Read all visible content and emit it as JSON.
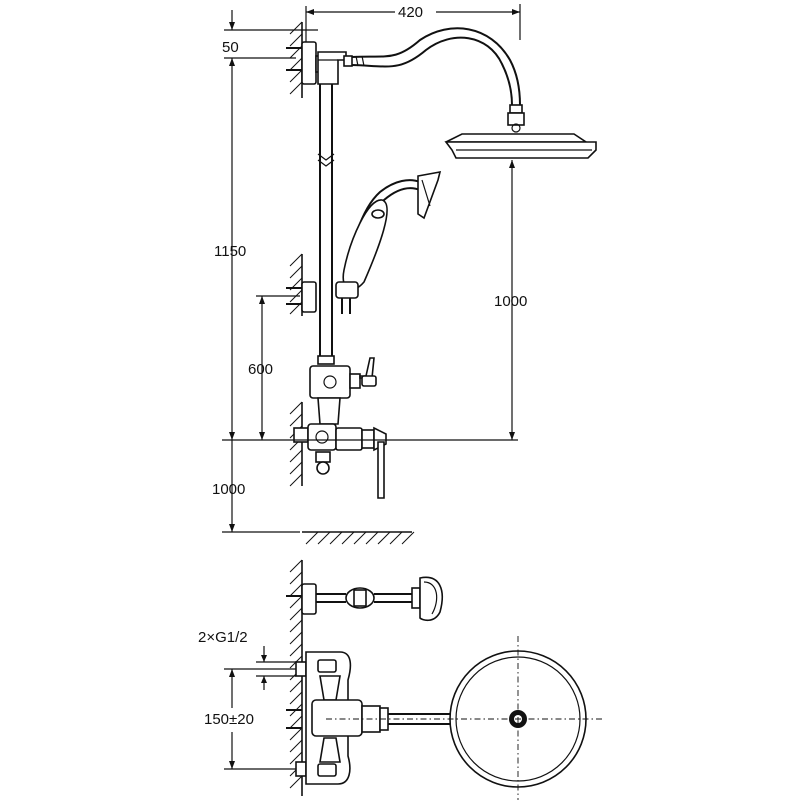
{
  "dimensions": {
    "width_top": "420",
    "top_offset": "50",
    "total_height": "1150",
    "head_height": "1000",
    "bracket_height": "600",
    "floor_height": "1000",
    "inlet_thread": "2×G1/2",
    "inlet_spacing": "150±20"
  },
  "colors": {
    "line": "#111111",
    "background": "#ffffff"
  }
}
